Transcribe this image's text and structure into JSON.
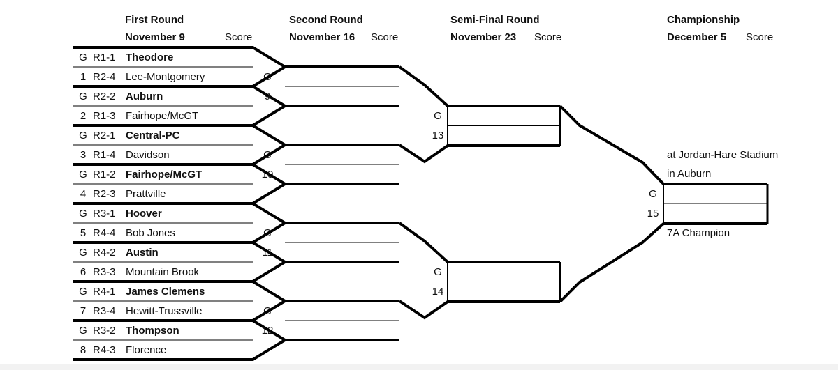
{
  "headers": {
    "first_round": "First Round",
    "first_date": "November 9",
    "second_round": "Second Round",
    "second_date": "November 16",
    "semi_round": "Semi-Final Round",
    "semi_date": "November 23",
    "championship": "Championship",
    "championship_date": "December 5",
    "score": "Score"
  },
  "teams": [
    {
      "seed": "G",
      "code": "R1-1",
      "name": "Theodore",
      "bold": true
    },
    {
      "seed": "1",
      "code": "R2-4",
      "name": "Lee-Montgomery",
      "bold": false
    },
    {
      "seed": "G",
      "code": "R2-2",
      "name": "Auburn",
      "bold": true
    },
    {
      "seed": "2",
      "code": "R1-3",
      "name": "Fairhope/McGT",
      "bold": false
    },
    {
      "seed": "G",
      "code": "R2-1",
      "name": "Central-PC",
      "bold": true
    },
    {
      "seed": "3",
      "code": "R1-4",
      "name": "Davidson",
      "bold": false
    },
    {
      "seed": "G",
      "code": "R1-2",
      "name": "Fairhope/McGT",
      "bold": true
    },
    {
      "seed": "4",
      "code": "R2-3",
      "name": "Prattville",
      "bold": false
    },
    {
      "seed": "G",
      "code": "R3-1",
      "name": "Hoover",
      "bold": true
    },
    {
      "seed": "5",
      "code": "R4-4",
      "name": "Bob Jones",
      "bold": false
    },
    {
      "seed": "G",
      "code": "R4-2",
      "name": "Austin",
      "bold": true
    },
    {
      "seed": "6",
      "code": "R3-3",
      "name": "Mountain Brook",
      "bold": false
    },
    {
      "seed": "G",
      "code": "R4-1",
      "name": "James Clemens",
      "bold": true
    },
    {
      "seed": "7",
      "code": "R3-4",
      "name": "Hewitt-Trussville",
      "bold": false
    },
    {
      "seed": "G",
      "code": "R3-2",
      "name": "Thompson",
      "bold": true
    },
    {
      "seed": "8",
      "code": "R4-3",
      "name": "Florence",
      "bold": false
    }
  ],
  "second_round_games": [
    {
      "label": "G",
      "number": "9"
    },
    {
      "label": "G",
      "number": "10"
    },
    {
      "label": "G",
      "number": "11"
    },
    {
      "label": "G",
      "number": "12"
    }
  ],
  "semi_games": [
    {
      "label": "G",
      "number": "13"
    },
    {
      "label": "G",
      "number": "14"
    }
  ],
  "championship_game": {
    "label": "G",
    "number": "15"
  },
  "venue_line1": "at Jordan-Hare Stadium",
  "venue_line2": "in Auburn",
  "champion_label": "7A Champion"
}
